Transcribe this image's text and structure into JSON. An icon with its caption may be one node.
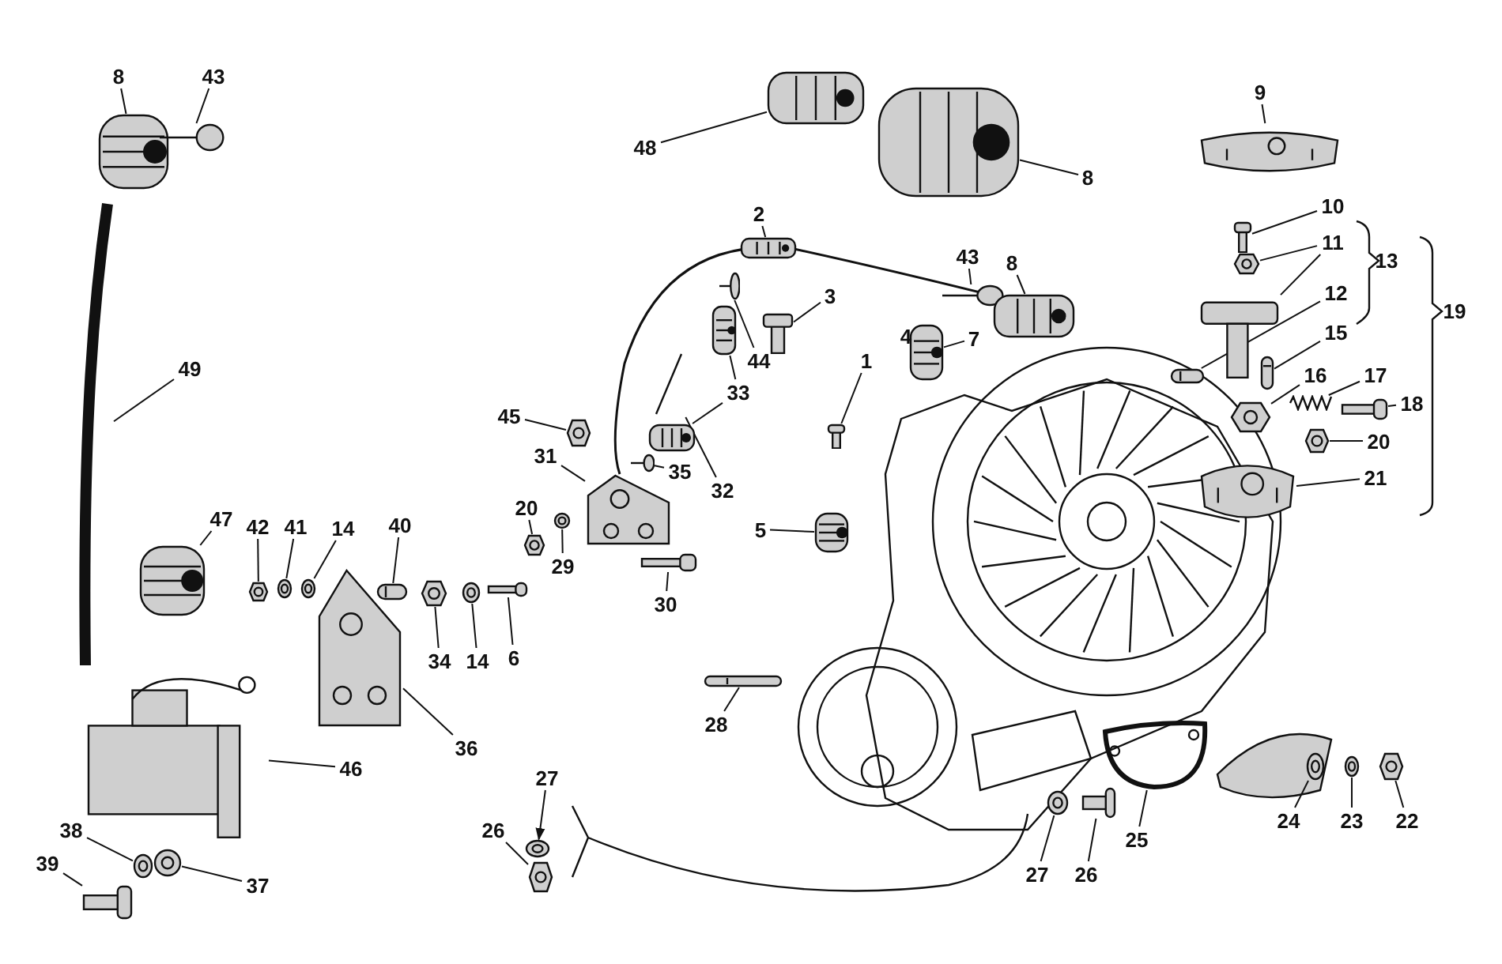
{
  "diagram": {
    "nodes": [
      {
        "text": [
          "8"
        ]
      },
      {
        "text": [],
        "shape": "picture"
      },
      {
        "text": [
          "43"
        ]
      },
      {
        "text": [],
        "shape": "picture"
      },
      {
        "text": [
          "49"
        ]
      },
      {
        "text": [],
        "shape": "picture"
      },
      {
        "text": [
          "48"
        ]
      },
      {
        "text": [],
        "shape": "picture"
      },
      {
        "text": [
          "8"
        ]
      },
      {
        "text": [],
        "shape": "picture"
      },
      {
        "text": [
          "9"
        ]
      },
      {
        "text": [],
        "shape": "picture"
      },
      {
        "text": [
          "2"
        ]
      },
      {
        "text": [],
        "shape": "picture"
      },
      {
        "text": [
          "43"
        ]
      },
      {
        "text": [],
        "shape": "picture"
      },
      {
        "text": [
          "8"
        ]
      },
      {
        "text": [],
        "shape": "picture"
      },
      {
        "text": [
          "3"
        ]
      },
      {
        "text": [],
        "shape": "picture"
      },
      {
        "text": [
          "7"
        ]
      },
      {
        "text": [],
        "shape": "picture"
      },
      {
        "text": [
          "1"
        ]
      },
      {
        "text": [],
        "shape": "picture"
      },
      {
        "text": [
          "44"
        ]
      },
      {
        "text": [],
        "shape": "picture"
      },
      {
        "text": [
          "33"
        ]
      },
      {
        "text": [],
        "shape": "picture"
      },
      {
        "text": [],
        "shape": "picture"
      },
      {
        "text": [
          "45"
        ]
      },
      {
        "text": [],
        "shape": "picture"
      },
      {
        "text": [
          "31"
        ]
      },
      {
        "text": [],
        "shape": "picture"
      },
      {
        "text": [
          "35"
        ]
      },
      {
        "text": [],
        "shape": "picture"
      },
      {
        "text": [
          "32"
        ]
      },
      {
        "text": [],
        "shape": "picture"
      },
      {
        "text": [
          "20"
        ]
      },
      {
        "text": [],
        "shape": "picture"
      },
      {
        "text": [
          "29"
        ]
      },
      {
        "text": [],
        "shape": "picture"
      },
      {
        "text": [
          "30"
        ]
      },
      {
        "text": [],
        "shape": "picture"
      },
      {
        "text": [
          "5"
        ]
      },
      {
        "text": [],
        "shape": "picture"
      },
      {
        "text": [
          "10"
        ]
      },
      {
        "text": [],
        "shape": "picture"
      },
      {
        "text": [
          "11"
        ]
      },
      {
        "text": [],
        "shape": "picture"
      },
      {
        "text": [],
        "shape": "picture"
      },
      {
        "text": [
          "12"
        ]
      },
      {
        "text": [],
        "shape": "picture"
      },
      {
        "text": [
          "15"
        ]
      },
      {
        "text": [],
        "shape": "picture"
      },
      {
        "text": [
          "16"
        ]
      },
      {
        "text": [],
        "shape": "picture"
      },
      {
        "text": [
          "17"
        ]
      },
      {
        "text": [],
        "shape": "picture"
      },
      {
        "text": [
          "18"
        ]
      },
      {
        "text": [],
        "shape": "picture"
      },
      {
        "text": [
          "20"
        ]
      },
      {
        "text": [],
        "shape": "picture"
      },
      {
        "text": [
          "21"
        ]
      },
      {
        "text": [],
        "shape": "picture"
      },
      {
        "text": [
          "47"
        ]
      },
      {
        "text": [],
        "shape": "picture"
      },
      {
        "text": [
          "42"
        ]
      },
      {
        "text": [],
        "shape": "picture"
      },
      {
        "text": [
          "41"
        ]
      },
      {
        "text": [],
        "shape": "picture"
      },
      {
        "text": [
          "14"
        ]
      },
      {
        "text": [],
        "shape": "picture"
      },
      {
        "text": [
          "40"
        ]
      },
      {
        "text": [],
        "shape": "picture"
      },
      {
        "text": [
          "34"
        ]
      },
      {
        "text": [],
        "shape": "picture"
      },
      {
        "text": [
          "14"
        ]
      },
      {
        "text": [],
        "shape": "picture"
      },
      {
        "text": [
          "6"
        ]
      },
      {
        "text": [],
        "shape": "picture"
      },
      {
        "text": [
          "36"
        ]
      },
      {
        "text": [],
        "shape": "picture"
      },
      {
        "text": [
          "46"
        ]
      },
      {
        "text": [],
        "shape": "picture"
      },
      {
        "text": [
          "38"
        ]
      },
      {
        "text": [],
        "shape": "picture"
      },
      {
        "text": [
          "39"
        ]
      },
      {
        "text": [],
        "shape": "picture"
      },
      {
        "text": [
          "37"
        ]
      },
      {
        "text": [],
        "shape": "picture"
      },
      {
        "text": [
          "28"
        ]
      },
      {
        "text": [],
        "shape": "picture"
      },
      {
        "text": [
          "27"
        ]
      },
      {
        "text": [],
        "shape": "picture"
      },
      {
        "text": [
          "26"
        ]
      },
      {
        "text": [],
        "shape": "picture"
      },
      {
        "text": [
          "27"
        ]
      },
      {
        "text": [],
        "shape": "picture"
      },
      {
        "text": [
          "26"
        ]
      },
      {
        "text": [],
        "shape": "picture"
      },
      {
        "text": [
          "25"
        ]
      },
      {
        "text": [],
        "shape": "picture"
      },
      {
        "text": [
          "24"
        ]
      },
      {
        "text": [],
        "shape": "picture"
      },
      {
        "text": [
          "23"
        ]
      },
      {
        "text": [],
        "shape": "picture"
      },
      {
        "text": [
          "22"
        ]
      },
      {
        "text": [],
        "shape": "picture"
      }
    ],
    "edges": [
      {
        "from": 0,
        "to": 1,
        "arrow": "none"
      },
      {
        "from": 2,
        "to": 3,
        "arrow": "none"
      },
      {
        "from": 4,
        "to": 5,
        "arrow": "none"
      },
      {
        "from": 6,
        "to": 7,
        "arrow": "none"
      },
      {
        "from": 8,
        "to": 9,
        "arrow": "none"
      },
      {
        "from": 10,
        "to": 11,
        "arrow": "none"
      },
      {
        "from": 12,
        "to": 13,
        "arrow": "none"
      },
      {
        "from": 14,
        "to": 15,
        "arrow": "none"
      },
      {
        "from": 16,
        "to": 17,
        "arrow": "none"
      },
      {
        "from": 18,
        "to": 19,
        "arrow": "none"
      },
      {
        "from": 20,
        "to": 21,
        "arrow": "none"
      },
      {
        "from": 22,
        "to": 23,
        "arrow": "none"
      },
      {
        "from": 24,
        "to": 25,
        "arrow": "none"
      },
      {
        "from": 26,
        "to": 27,
        "arrow": "none"
      },
      {
        "from": 26,
        "to": 28,
        "arrow": "none"
      },
      {
        "from": 29,
        "to": 30,
        "arrow": "none"
      },
      {
        "from": 31,
        "to": 32,
        "arrow": "none"
      },
      {
        "from": 33,
        "to": 34,
        "arrow": "none"
      },
      {
        "from": 35,
        "to": 36,
        "arrow": "none"
      },
      {
        "from": 37,
        "to": 38,
        "arrow": "none"
      },
      {
        "from": 39,
        "to": 40,
        "arrow": "none"
      },
      {
        "from": 41,
        "to": 42,
        "arrow": "none"
      },
      {
        "from": 43,
        "to": 44,
        "arrow": "none"
      },
      {
        "from": 45,
        "to": 46,
        "arrow": "none"
      },
      {
        "from": 47,
        "to": 48,
        "arrow": "none"
      },
      {
        "from": 47,
        "to": 49,
        "arrow": "none"
      },
      {
        "from": 50,
        "to": 51,
        "arrow": "none"
      },
      {
        "from": 52,
        "to": 53,
        "arrow": "none"
      },
      {
        "from": 54,
        "to": 55,
        "arrow": "none"
      },
      {
        "from": 56,
        "to": 57,
        "arrow": "none"
      },
      {
        "from": 58,
        "to": 59,
        "arrow": "none"
      },
      {
        "from": 60,
        "to": 61,
        "arrow": "none"
      },
      {
        "from": 62,
        "to": 63,
        "arrow": "none"
      },
      {
        "from": 64,
        "to": 65,
        "arrow": "none"
      },
      {
        "from": 66,
        "to": 67,
        "arrow": "none"
      },
      {
        "from": 68,
        "to": 69,
        "arrow": "none"
      },
      {
        "from": 70,
        "to": 71,
        "arrow": "none"
      },
      {
        "from": 72,
        "to": 73,
        "arrow": "none"
      },
      {
        "from": 74,
        "to": 75,
        "arrow": "none"
      },
      {
        "from": 76,
        "to": 77,
        "arrow": "none"
      },
      {
        "from": 78,
        "to": 79,
        "arrow": "none"
      },
      {
        "from": 80,
        "to": 81,
        "arrow": "none"
      },
      {
        "from": 82,
        "to": 83,
        "arrow": "none"
      },
      {
        "from": 84,
        "to": 85,
        "arrow": "none"
      },
      {
        "from": 86,
        "to": 87,
        "arrow": "none"
      },
      {
        "from": 88,
        "to": 89,
        "arrow": "none"
      },
      {
        "from": 90,
        "to": 91,
        "arrow": "none"
      },
      {
        "from": 92,
        "to": 93,
        "arrow": "to"
      },
      {
        "from": 94,
        "to": 95,
        "arrow": "none"
      },
      {
        "from": 96,
        "to": 97,
        "arrow": "none"
      },
      {
        "from": 98,
        "to": 99,
        "arrow": "none"
      },
      {
        "from": 100,
        "to": 101,
        "arrow": "none"
      },
      {
        "from": 102,
        "to": 103,
        "arrow": "none"
      },
      {
        "from": 104,
        "to": 105,
        "arrow": "none"
      },
      {
        "from": 106,
        "to": 107,
        "arrow": "none"
      }
    ],
    "labels": [
      "4",
      "13",
      "19"
    ]
  }
}
